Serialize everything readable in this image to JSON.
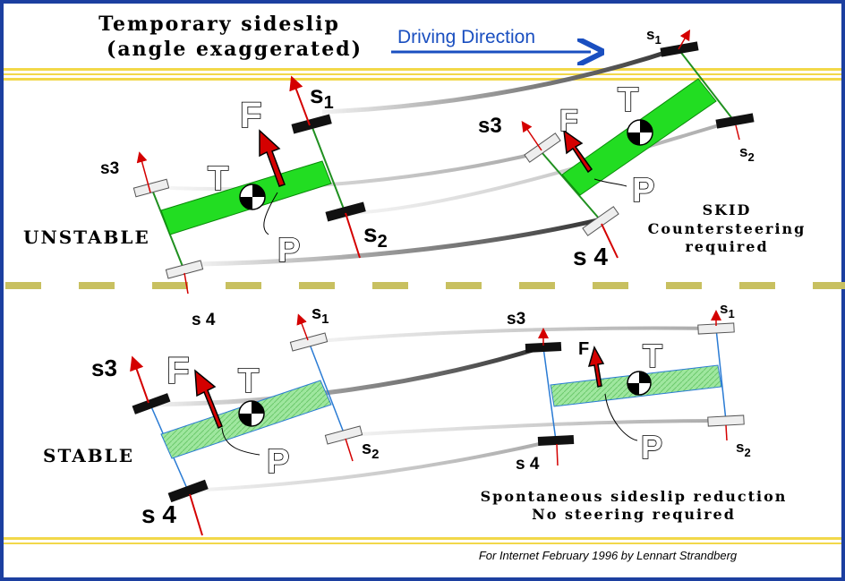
{
  "title": {
    "line1": "Temporary   sideslip",
    "line2": "(angle   exaggerated)"
  },
  "direction_label": "Driving Direction",
  "unstable": {
    "label": "UNSTABLE",
    "note_lines": [
      "SKID",
      "Countersteering",
      "required"
    ],
    "car1": {
      "force": "F",
      "cog": "T",
      "point": "P",
      "s1": "s",
      "s1_sub": "1",
      "s2": "s",
      "s2_sub": "2",
      "s3": "s3",
      "s4": "s 4"
    },
    "car2": {
      "force": "F",
      "cog": "T",
      "point": "P",
      "s1": "s",
      "s1_sub": "1",
      "s2": "s",
      "s2_sub": "2",
      "s3": "s3",
      "s4": "s 4"
    }
  },
  "stable": {
    "label": "STABLE",
    "note_lines": [
      "Spontaneous  sideslip  reduction",
      "No  steering  required"
    ],
    "car1": {
      "force": "F",
      "cog": "T",
      "point": "P",
      "s1": "s",
      "s1_sub": "1",
      "s2": "s",
      "s2_sub": "2",
      "s3": "s3",
      "s4": "s 4"
    },
    "car2": {
      "force": "F",
      "cog": "T",
      "point": "P",
      "s1": "s",
      "s1_sub": "1",
      "s2": "s",
      "s2_sub": "2",
      "s3": "s3",
      "s4": "s 4"
    }
  },
  "credit": "For Internet February 1996 by Lennart Strandberg",
  "colors": {
    "frame": "#1c3fa0",
    "road_line": "#f2d84a",
    "body_unstable": "#22dd22",
    "body_stable": "#9fe79f",
    "arrow": "#d40000"
  }
}
